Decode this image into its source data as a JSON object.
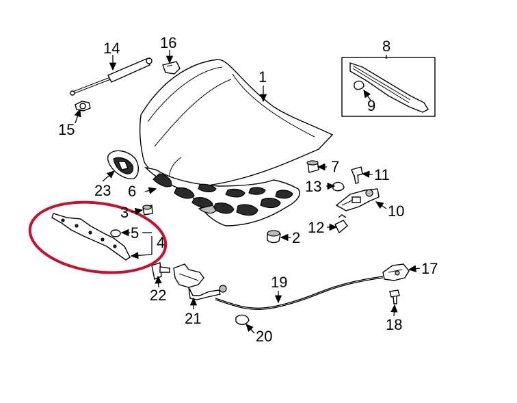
{
  "callouts": {
    "c1": "1",
    "c2": "2",
    "c3": "3",
    "c4": "4",
    "c5": "5",
    "c6": "6",
    "c7": "7",
    "c8": "8",
    "c9": "9",
    "c10": "10",
    "c11": "11",
    "c12": "12",
    "c13": "13",
    "c14": "14",
    "c15": "15",
    "c16": "16",
    "c17": "17",
    "c18": "18",
    "c19": "19",
    "c20": "20",
    "c21": "21",
    "c22": "22",
    "c23": "23"
  },
  "colors": {
    "highlight_ring": "#c8102e",
    "line": "#000000",
    "background": "#ffffff"
  }
}
